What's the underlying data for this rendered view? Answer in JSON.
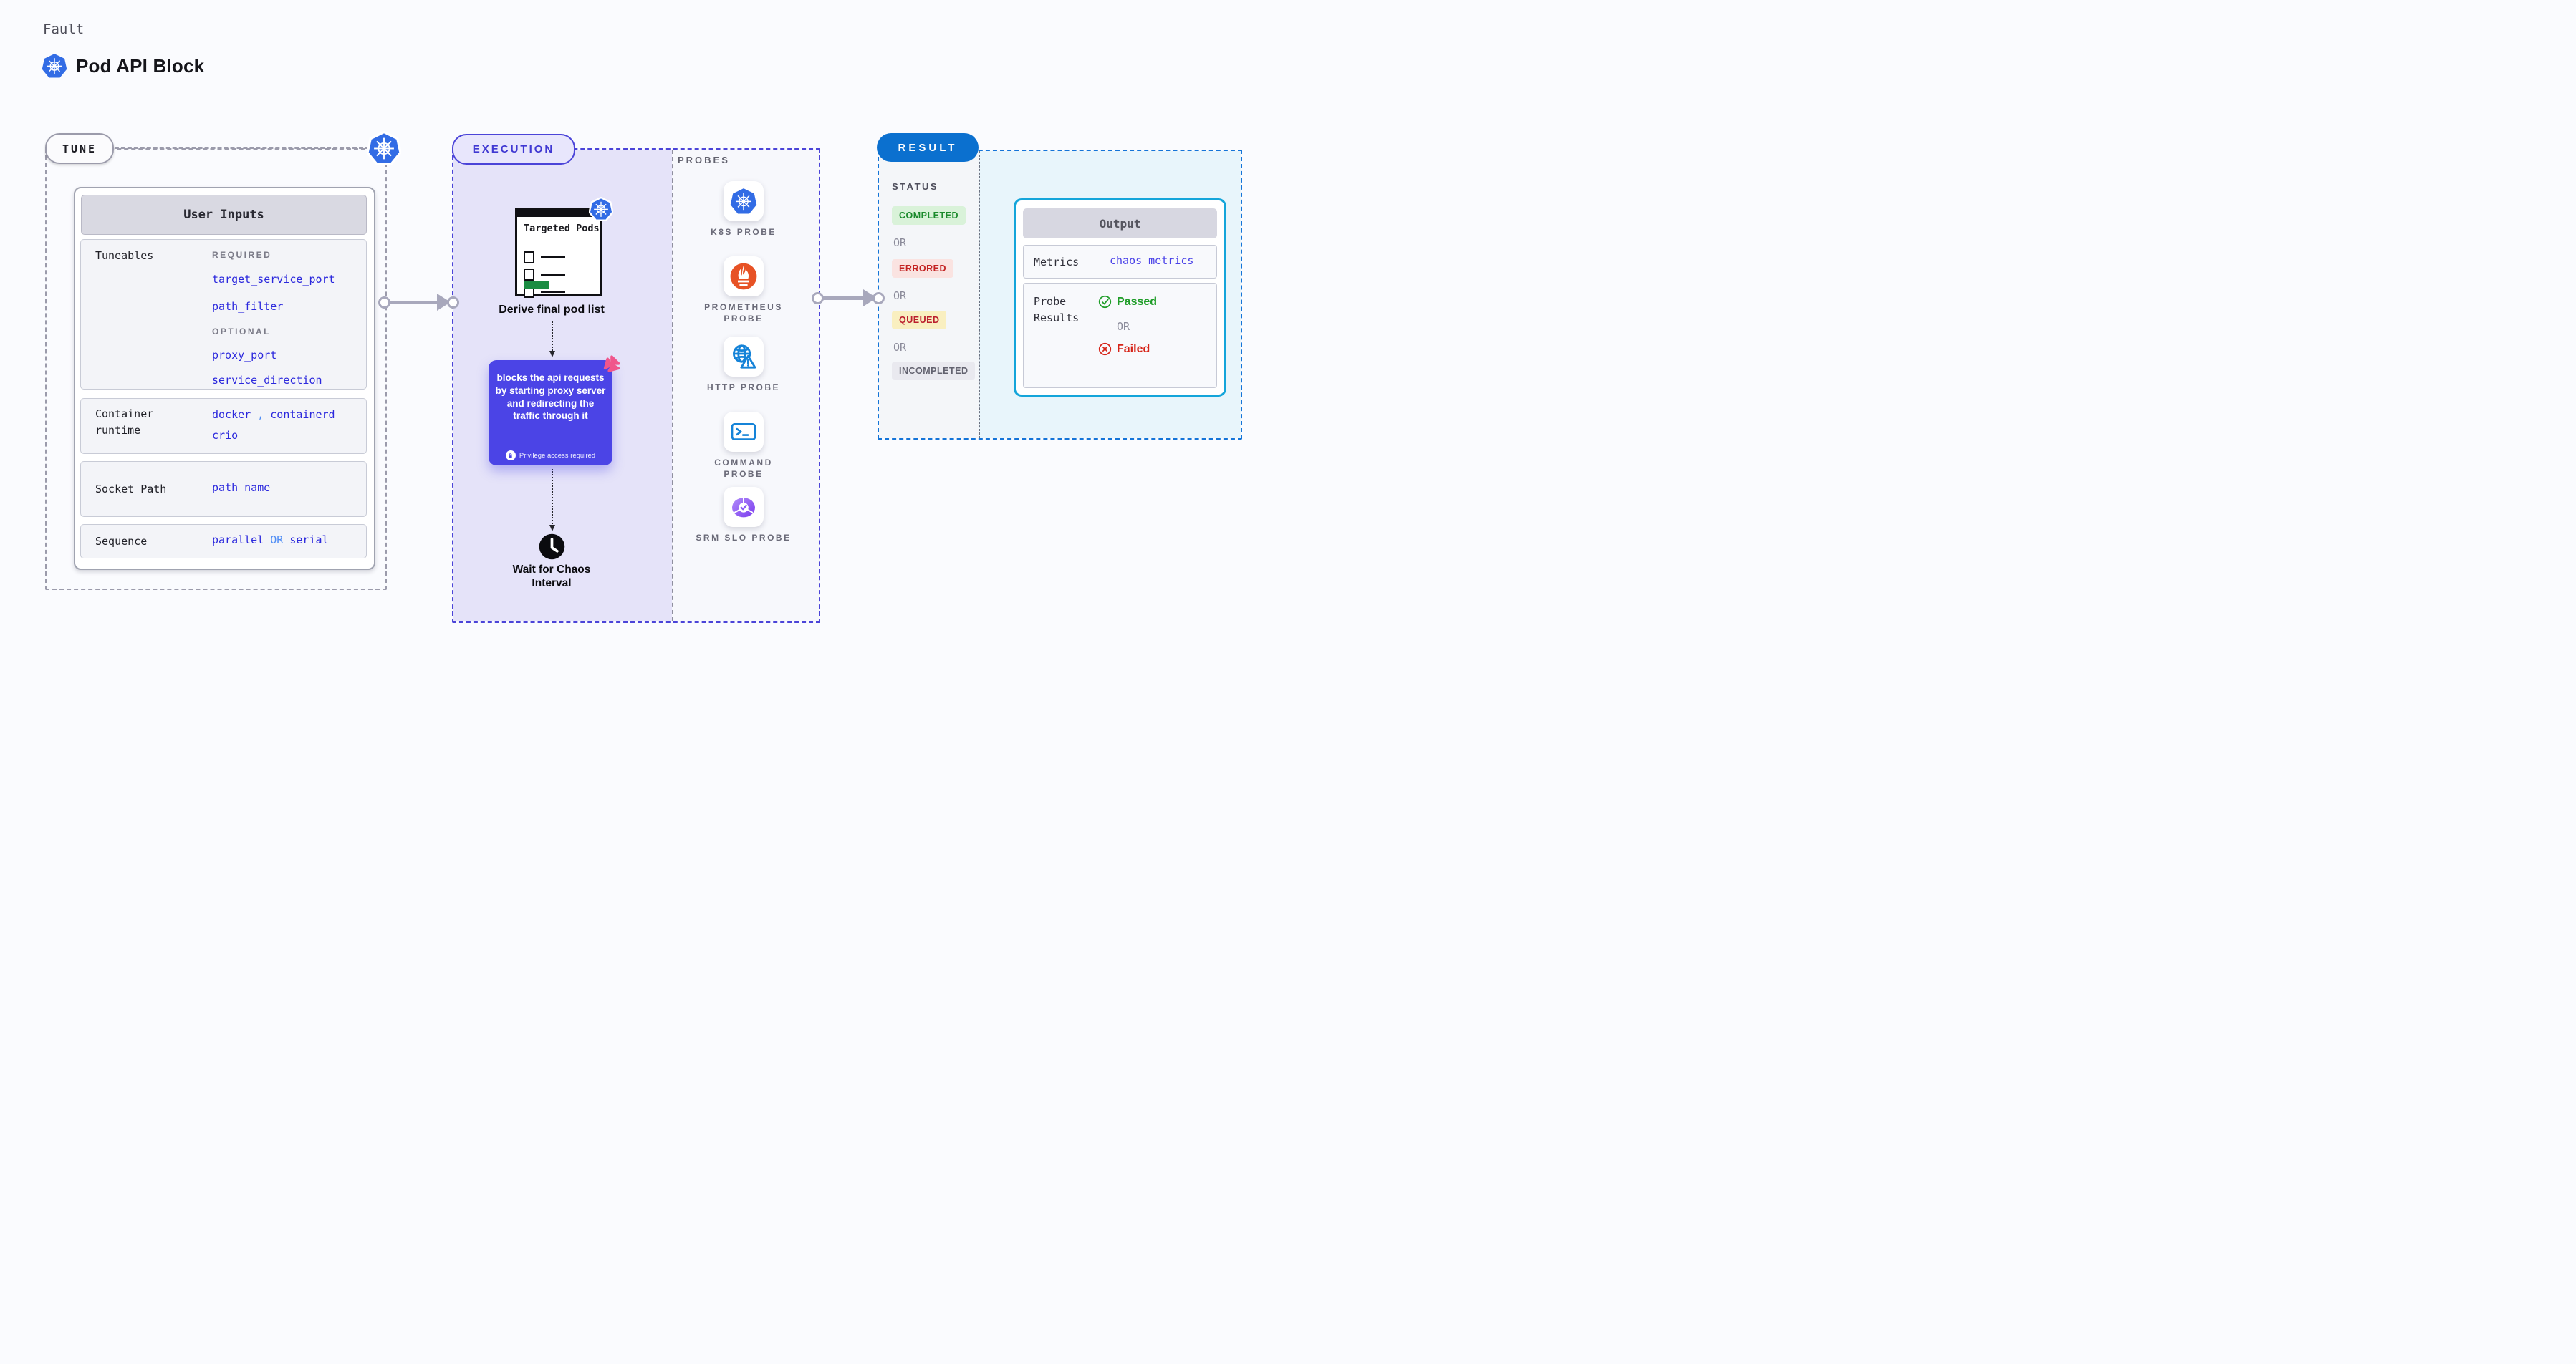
{
  "header": {
    "eyebrow": "Fault",
    "title": "Pod API Block"
  },
  "colors": {
    "accent_indigo": "#4b44e6",
    "execution_border": "#4b44d8",
    "result_blue": "#0b70cf",
    "result_dash": "#1474d8",
    "output_border": "#14a5da",
    "value_blue": "#2b28dd",
    "value_light_blue": "#4f8df5",
    "passed_green": "#1f9d28",
    "failed_red": "#d62418",
    "k8s_blue": "#326ce5",
    "prometheus_orange": "#e75225",
    "litmus_pink": "#f0568c",
    "targeted_green": "#1a8c42"
  },
  "tune": {
    "pill": "TUNE",
    "card_title": "User Inputs",
    "tuneables": {
      "label": "Tuneables",
      "required_label": "REQUIRED",
      "req1": "target_service_port",
      "req2": "path_filter",
      "optional_label": "OPTIONAL",
      "opt1": "proxy_port",
      "opt2": "service_direction"
    },
    "runtime": {
      "label": "Container runtime",
      "v1": "docker",
      "comma": ",",
      "v2": "containerd",
      "v3": "crio"
    },
    "socket": {
      "label": "Socket Path",
      "value": "path name"
    },
    "sequence": {
      "label": "Sequence",
      "v1": "parallel",
      "or": "OR",
      "v2": "serial"
    }
  },
  "execution": {
    "pill": "EXECUTION",
    "pods_title": "Targeted Pods",
    "derive": "Derive final pod list",
    "description": "blocks the api requests by starting proxy server and redirecting the traffic through it",
    "privilege": "Privilege access required",
    "wait": "Wait for Chaos Interval",
    "probes_label": "PROBES",
    "probes": [
      {
        "label": "K8S PROBE"
      },
      {
        "label": "PROMETHEUS PROBE"
      },
      {
        "label": "HTTP PROBE"
      },
      {
        "label": "COMMAND PROBE"
      },
      {
        "label": "SRM SLO PROBE"
      }
    ]
  },
  "result": {
    "pill": "RESULT",
    "status_label": "STATUS",
    "or": "OR",
    "statuses": [
      {
        "label": "COMPLETED"
      },
      {
        "label": "ERRORED"
      },
      {
        "label": "QUEUED"
      },
      {
        "label": "INCOMPLETED"
      }
    ],
    "output": {
      "title": "Output",
      "metrics_label": "Metrics",
      "metrics_value": "chaos metrics",
      "probe_label": "Probe Results",
      "passed": "Passed",
      "or": "OR",
      "failed": "Failed"
    }
  }
}
